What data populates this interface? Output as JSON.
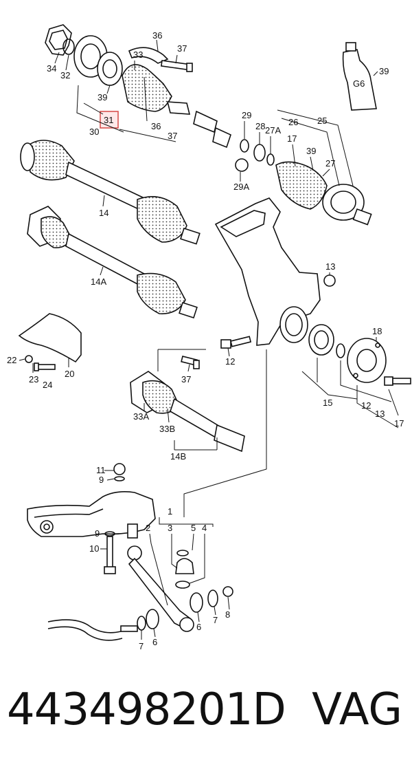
{
  "callouts": {
    "c34": "34",
    "c32": "32",
    "c36a": "36",
    "c37a": "37",
    "c33": "33",
    "c39a": "39",
    "c31": "31",
    "c30": "30",
    "c36b": "36",
    "c37b": "37",
    "c29": "29",
    "c28": "28",
    "c27A": "27A",
    "c26": "26",
    "c25": "25",
    "c17a": "17",
    "c39b": "39",
    "c27": "27",
    "c29A": "29A",
    "c39c": "39",
    "c14": "14",
    "c14A": "14A",
    "c13a": "13",
    "c18": "18",
    "c12a": "12",
    "c22": "22",
    "c23": "23",
    "c24": "24",
    "c20": "20",
    "c37c": "37",
    "c33A": "33A",
    "c33B": "33B",
    "c14B": "14B",
    "c15": "15",
    "c12b": "12",
    "c13b": "13",
    "c17b": "17",
    "c11": "11",
    "c9a": "9",
    "c1": "1",
    "c2": "2",
    "c3": "3",
    "c5": "5",
    "c4": "4",
    "c9b": "9",
    "c10": "10",
    "c6a": "6",
    "c7a": "7",
    "c8": "8",
    "c7b": "7",
    "c6b": "6"
  },
  "grease_label": "G6",
  "footer": {
    "part_number": "443498201D",
    "brand": "VAG"
  },
  "highlight_color": "#d9534f"
}
